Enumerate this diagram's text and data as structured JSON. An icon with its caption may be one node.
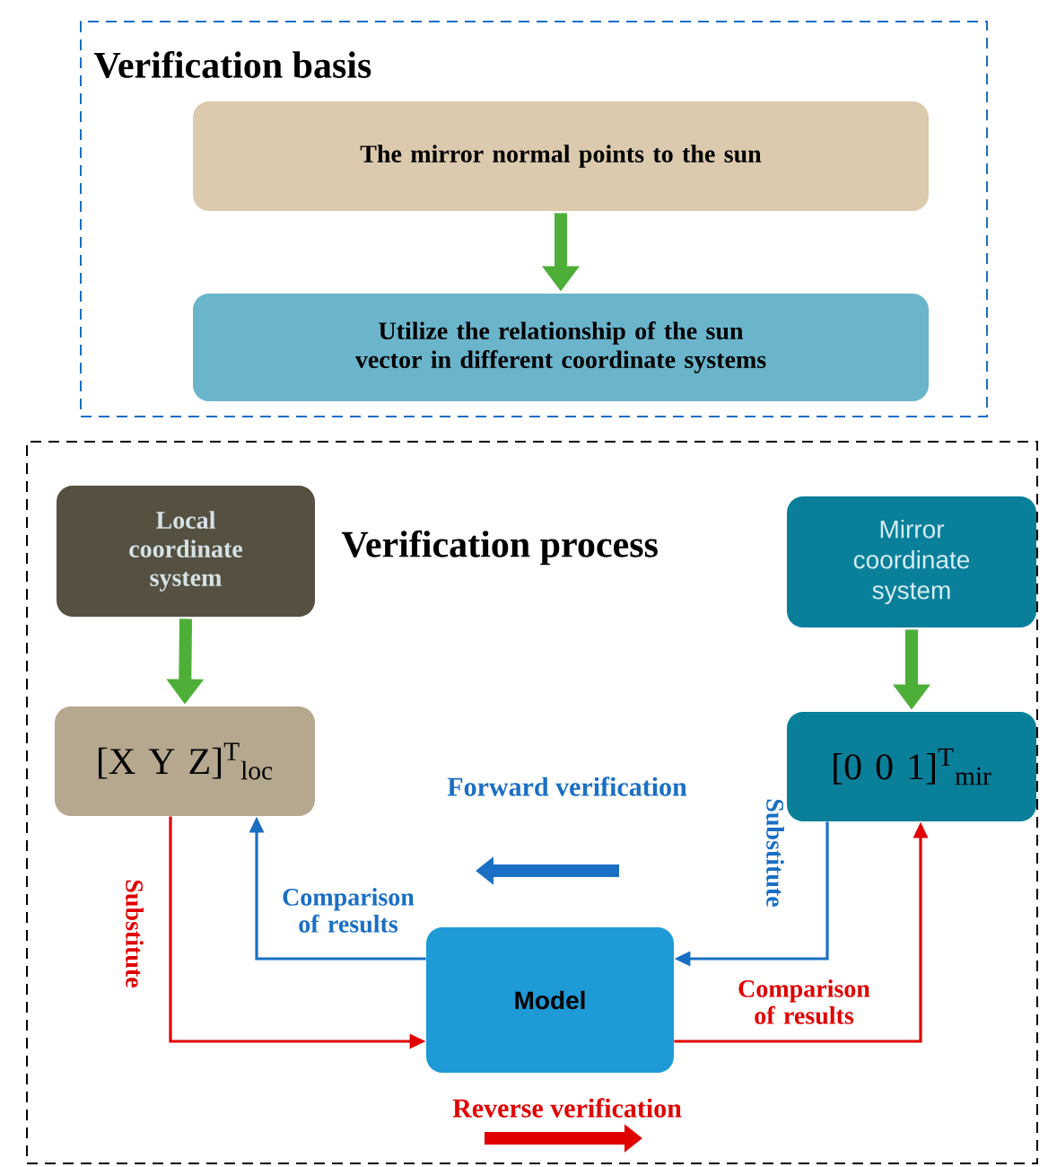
{
  "diagram": {
    "nodes": [
      {
        "text": [
          "Verification basis"
        ]
      },
      {
        "text": [
          "The mirror normal points to the sun"
        ],
        "in": 0
      },
      {
        "text": [
          "Utilize the relationship of the sun vector in different coordinate systems"
        ],
        "in": 0
      },
      {
        "text": [
          "Verification process"
        ]
      },
      {
        "text": [
          "Local coordinate system"
        ],
        "in": 3
      },
      {
        "text": [
          "[X Y Z]$^{T}$$_{loc}$"
        ],
        "in": 3
      },
      {
        "text": [
          "Model"
        ],
        "in": 3
      },
      {
        "text": [
          "Mirror coordinate system"
        ],
        "in": 3
      },
      {
        "text": [
          "[0 0 1]$^{T}$$_{mir}$"
        ],
        "in": 3
      }
    ],
    "edges": [
      {
        "from": 1,
        "to": 2,
        "arrow": "to",
        "style": "thick"
      },
      {
        "from": 4,
        "to": 5,
        "arrow": "to",
        "style": "thick"
      },
      {
        "from": 7,
        "to": 8,
        "arrow": "to",
        "style": "thick"
      },
      {
        "from": 5,
        "to": 6,
        "arrow": "to",
        "label": "Substitute",
        "color": "#e00000"
      },
      {
        "from": 6,
        "to": 8,
        "arrow": "to",
        "label": "Comparison of results",
        "color": "#e00000"
      },
      {
        "from": 8,
        "to": 6,
        "arrow": "to",
        "label": "Substitute",
        "color": "#1a6fc4"
      },
      {
        "from": 6,
        "to": 5,
        "arrow": "to",
        "label": "Comparison of results",
        "color": "#1a6fc4"
      }
    ],
    "legend": [
      {
        "text": "Forward verification"
      },
      {
        "text": "Reverse verification"
      }
    ]
  }
}
